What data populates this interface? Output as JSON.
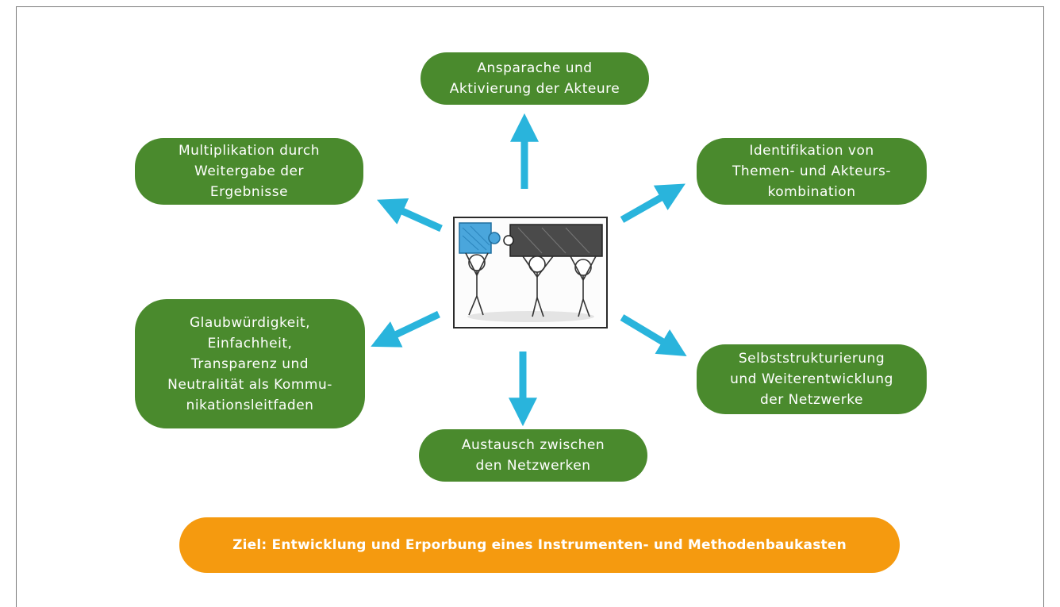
{
  "nodes": {
    "top": "Ansparache und\nAktivierung der Akteure",
    "top_left": "Multiplikation durch\nWeitergabe der\nErgebnisse",
    "top_right": "Identifikation von\nThemen- und Akteurs-\nkombination",
    "middle_left": "Glaubwürdigkeit,\nEinfachheit,\nTransparenz und\nNeutralität als Kommu-\nnikationsleitfaden",
    "middle_right": "Selbststrukturierung\nund Weiterentwicklung\nder Netzwerke",
    "bottom": "Austausch zwischen\nden Netzwerken"
  },
  "goal": "Ziel: Entwicklung und Erporbung eines Instrumenten- und Methodenbaukasten",
  "colors": {
    "node_green": "#4a8a2d",
    "goal_orange": "#f59a0f",
    "arrow_blue": "#29b4dc",
    "puzzle_blue": "#4aa6dc",
    "puzzle_dark": "#444444"
  }
}
